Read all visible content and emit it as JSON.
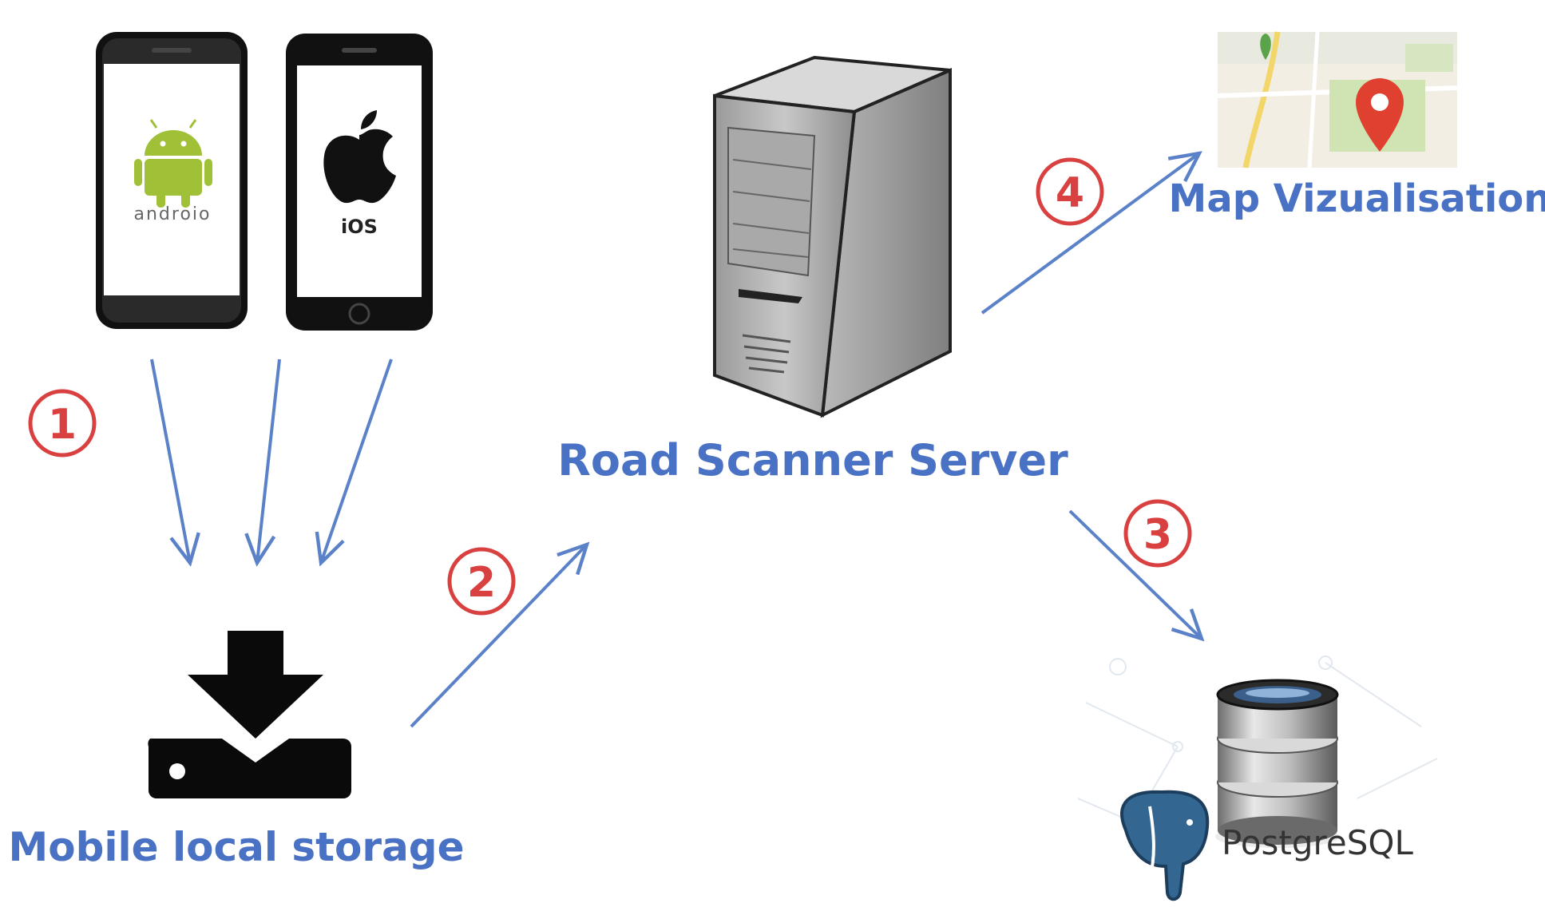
{
  "nodes": {
    "android_phone": {
      "brand_text": "androio"
    },
    "ios_phone": {
      "brand_text": "iOS"
    },
    "server": {
      "label": "Road Scanner Server"
    },
    "mobile_storage": {
      "label": "Mobile local storage"
    },
    "map": {
      "label": "Map Vizualisation"
    },
    "database": {
      "brand_text": "PostgreSQL"
    }
  },
  "steps": [
    {
      "number": "1"
    },
    {
      "number": "2"
    },
    {
      "number": "3"
    },
    {
      "number": "4"
    }
  ],
  "colors": {
    "label_blue": "#4a72c4",
    "arrow_blue": "#5b82c8",
    "step_red": "#d94040",
    "android_green": "#9fc037",
    "postgres_blue": "#336791",
    "map_pin_red": "#e0402f"
  }
}
